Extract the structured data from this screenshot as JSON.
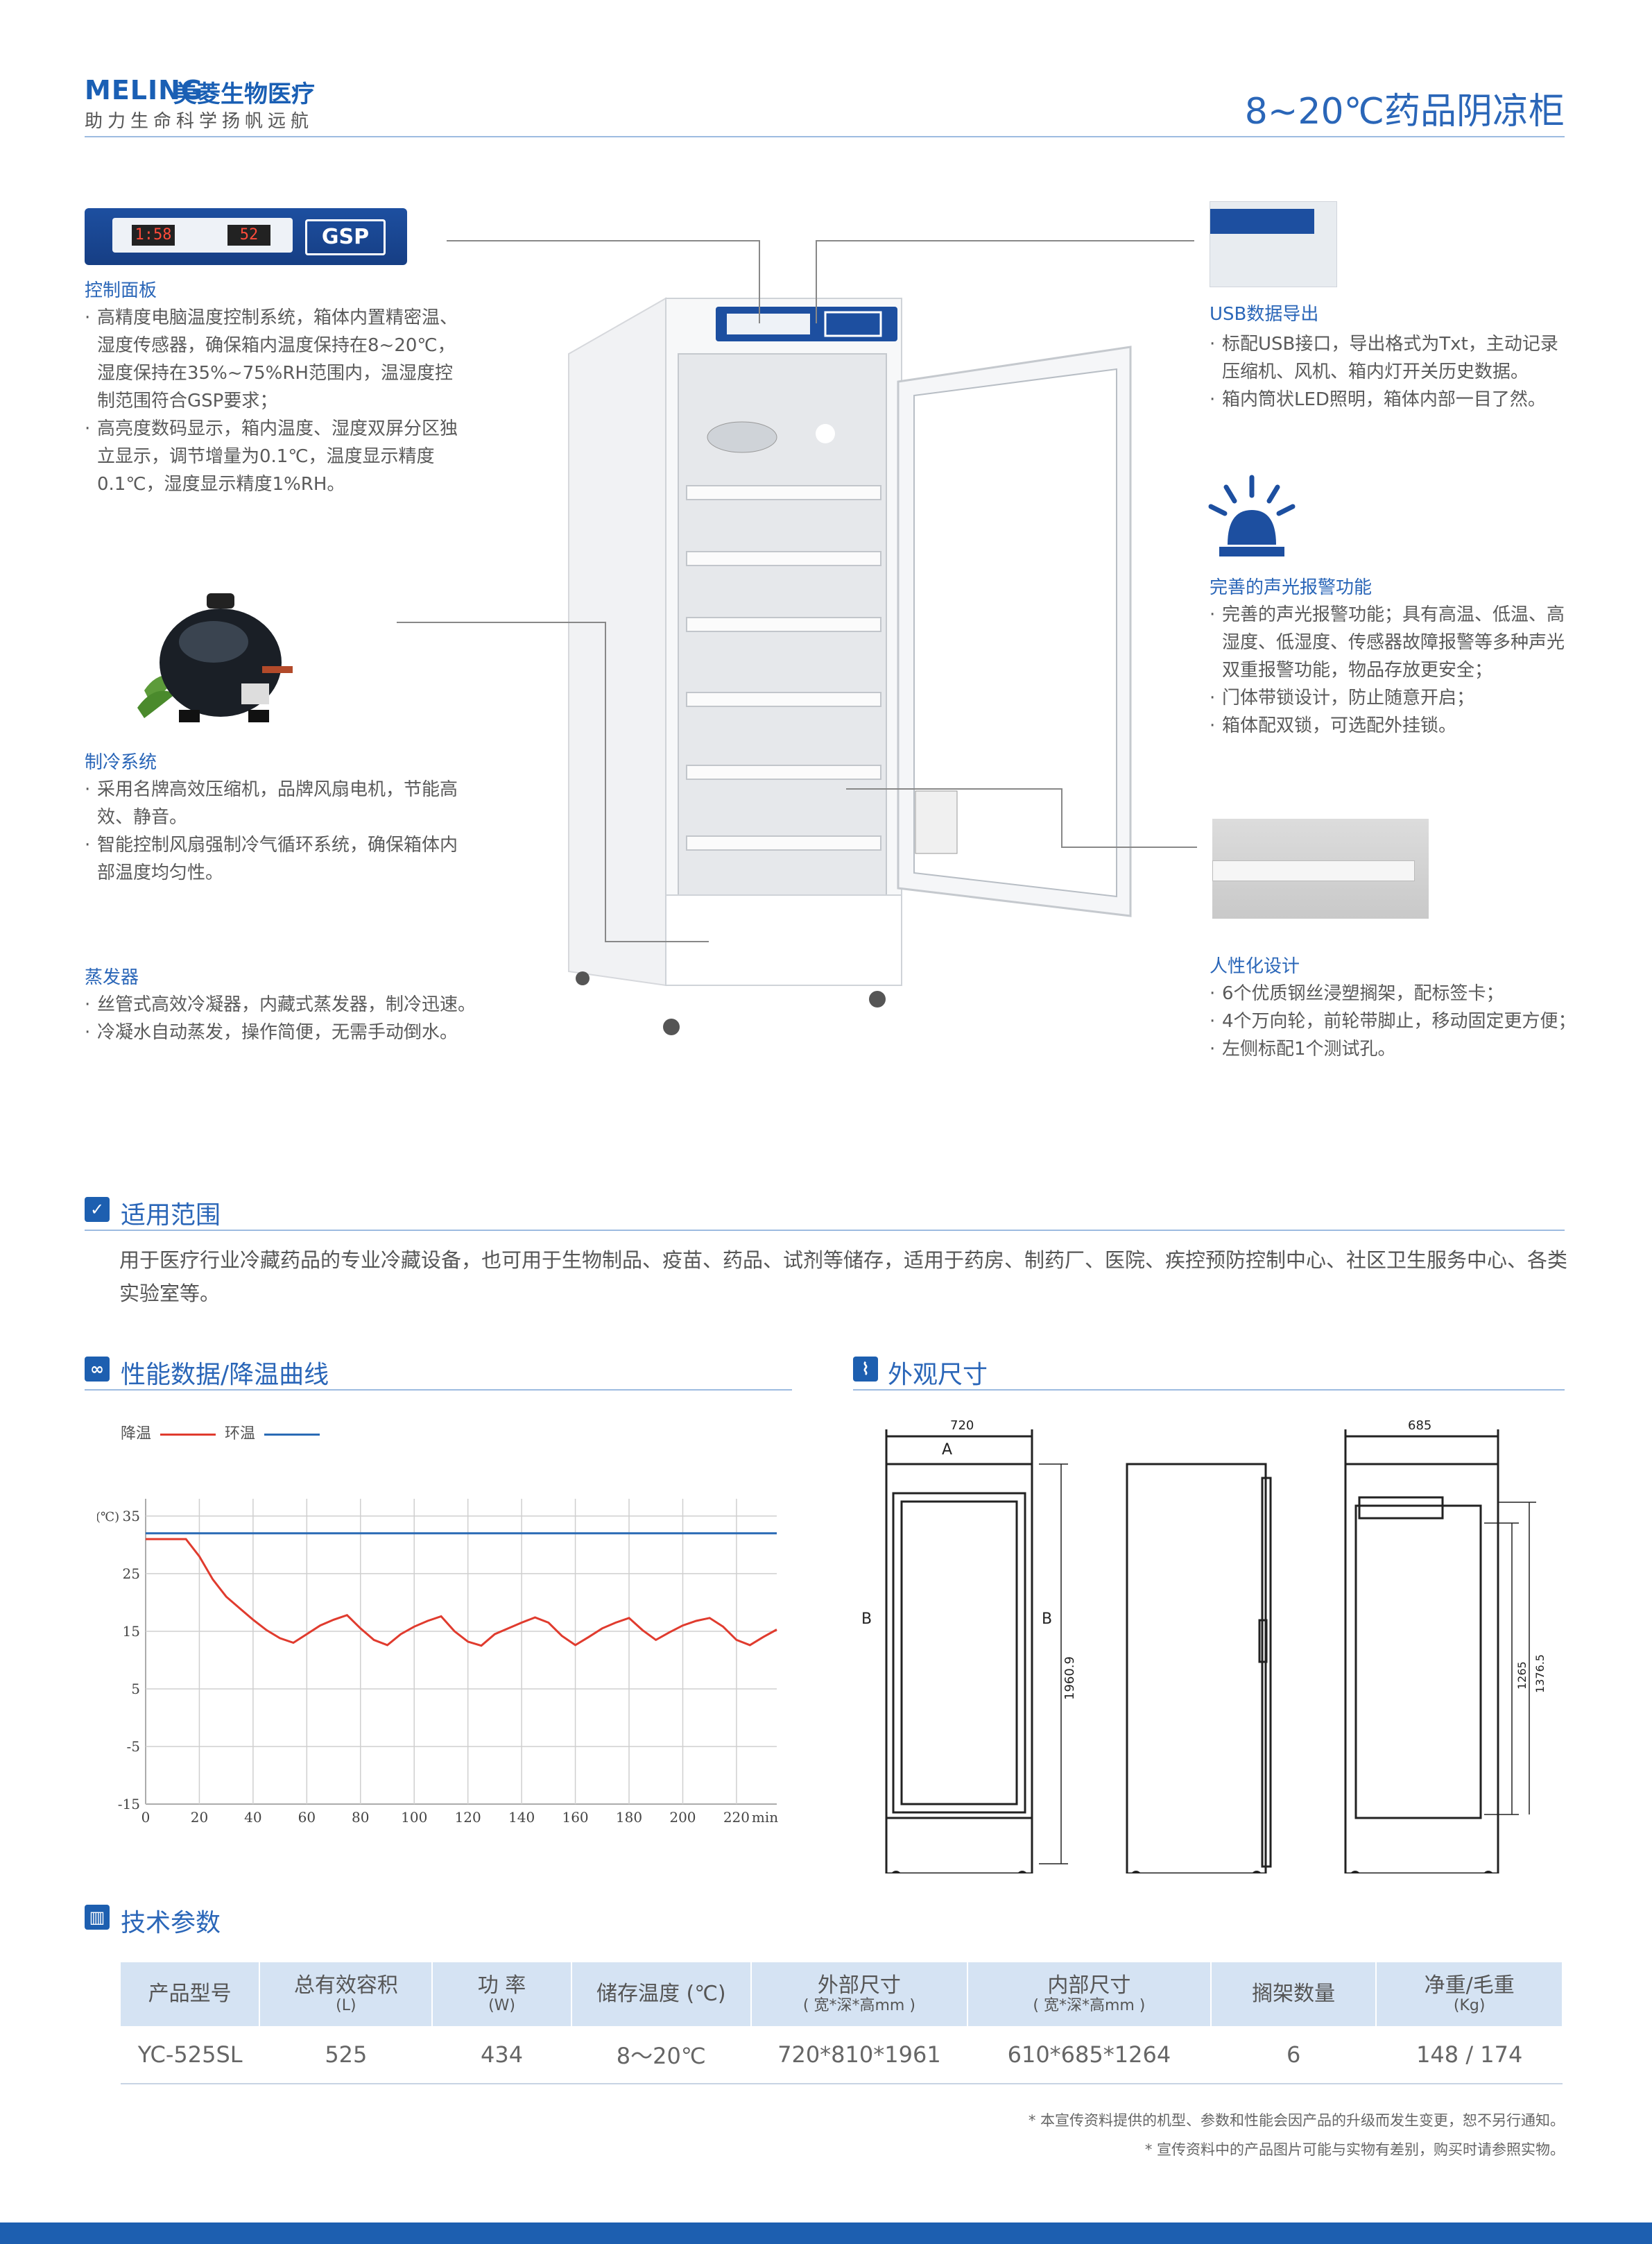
{
  "header": {
    "brand_en": "MELING",
    "brand_cn": "美菱生物医疗",
    "slogan": "助力生命科学扬帆远航",
    "title": "8~20℃药品阴凉柜"
  },
  "panel_image": {
    "display1": "1:58",
    "display2": "52",
    "badge": "GSP"
  },
  "features": {
    "control_panel": {
      "title": "控制面板",
      "items": [
        "高精度电脑温度控制系统，箱体内置精密温、湿度传感器，确保箱内温度保持在8~20℃，湿度保持在35%~75%RH范围内，温湿度控制范围符合GSP要求；",
        "高亮度数码显示，箱内温度、湿度双屏分区独立显示，调节增量为0.1℃，温度显示精度0.1℃，湿度显示精度1%RH。"
      ]
    },
    "refrigeration": {
      "title": "制冷系统",
      "items": [
        "采用名牌高效压缩机，品牌风扇电机，节能高效、静音。",
        "智能控制风扇强制冷气循环系统，确保箱体内部温度均匀性。"
      ]
    },
    "evaporator": {
      "title": "蒸发器",
      "items": [
        "丝管式高效冷凝器，内藏式蒸发器，制冷迅速。",
        "冷凝水自动蒸发，操作简便，无需手动倒水。"
      ]
    },
    "usb": {
      "title": "USB数据导出",
      "items": [
        "标配USB接口，导出格式为Txt，主动记录压缩机、风机、箱内灯开关历史数据。",
        "箱内筒状LED照明，箱体内部一目了然。"
      ]
    },
    "alarm": {
      "title": "完善的声光报警功能",
      "items": [
        "完善的声光报警功能；具有高温、低温、高湿度、低湿度、传感器故障报警等多种声光双重报警功能，物品存放更安全；",
        "门体带锁设计，防止随意开启；",
        "箱体配双锁，可选配外挂锁。"
      ]
    },
    "design": {
      "title": "人性化设计",
      "items": [
        "6个优质钢丝浸塑搁架，配标签卡；",
        "4个万向轮，前轮带脚止，移动固定更方便；",
        "左侧标配1个测试孔。"
      ]
    }
  },
  "sections": {
    "scope": {
      "title": "适用范围",
      "text": "用于医疗行业冷藏药品的专业冷藏设备，也可用于生物制品、疫苗、药品、试剂等储存，适用于药房、制药厂、医院、疾控预防控制中心、社区卫生服务中心、各类实验室等。"
    },
    "performance": {
      "title": "性能数据/降温曲线"
    },
    "dimensions": {
      "title": "外观尺寸"
    },
    "specs": {
      "title": "技术参数"
    }
  },
  "chart_data": {
    "type": "line",
    "unit_label": "(℃)",
    "x_unit": "min",
    "xlim": [
      0,
      235
    ],
    "ylim": [
      -15,
      38
    ],
    "x_ticks": [
      0,
      20,
      40,
      60,
      80,
      100,
      120,
      140,
      160,
      180,
      200,
      220
    ],
    "y_ticks": [
      35,
      25,
      15,
      5,
      -5,
      -15
    ],
    "grid": true,
    "legend_position": "top-left",
    "series": [
      {
        "name": "降温",
        "color": "#e03b2e",
        "x": [
          0,
          5,
          10,
          15,
          20,
          25,
          30,
          35,
          40,
          45,
          50,
          55,
          60,
          65,
          70,
          75,
          80,
          85,
          90,
          95,
          100,
          105,
          110,
          115,
          120,
          125,
          130,
          135,
          140,
          145,
          150,
          155,
          160,
          165,
          170,
          175,
          180,
          185,
          190,
          195,
          200,
          205,
          210,
          215,
          220,
          225,
          230,
          235
        ],
        "y": [
          31,
          31,
          31,
          31,
          28,
          24,
          21,
          19,
          17,
          15.2,
          13.8,
          13,
          14.5,
          16,
          17,
          17.8,
          15.5,
          13.5,
          12.6,
          14.5,
          15.8,
          16.8,
          17.6,
          15,
          13.2,
          12.5,
          14.5,
          15.5,
          16.5,
          17.4,
          16.5,
          14.2,
          12.6,
          14,
          15.5,
          16.5,
          17.3,
          15.2,
          13.5,
          14.8,
          16,
          16.8,
          17.3,
          15.8,
          13.5,
          12.6,
          14,
          15.3
        ]
      },
      {
        "name": "环温",
        "color": "#2a6bb5",
        "x": [
          0,
          235
        ],
        "y": [
          32,
          32
        ]
      }
    ]
  },
  "dimension_labels": {
    "front_width": "720",
    "side_depth": "685",
    "section_a": "A",
    "section_b": "B",
    "front_height": "1960.9",
    "inner_height": "1265",
    "inner_height2": "1376.5"
  },
  "spec_table": {
    "headers": [
      {
        "label": "产品型号",
        "unit": ""
      },
      {
        "label": "总有效容积",
        "unit": "(L)"
      },
      {
        "label": "功 率",
        "unit": "(W)"
      },
      {
        "label": "储存温度 (℃)",
        "unit": ""
      },
      {
        "label": "外部尺寸",
        "unit": "( 宽*深*高mm )"
      },
      {
        "label": "内部尺寸",
        "unit": "( 宽*深*高mm )"
      },
      {
        "label": "搁架数量",
        "unit": ""
      },
      {
        "label": "净重/毛重",
        "unit": "(Kg)"
      }
    ],
    "rows": [
      [
        "YC-525SL",
        "525",
        "434",
        "8～20℃",
        "720*810*1961",
        "610*685*1264",
        "6",
        "148 / 174"
      ]
    ]
  },
  "notes": [
    "* 本宣传资料提供的机型、参数和性能会因产品的升级而发生变更，恕不另行通知。",
    "* 宣传资料中的产品图片可能与实物有差别，购买时请参照实物。"
  ]
}
